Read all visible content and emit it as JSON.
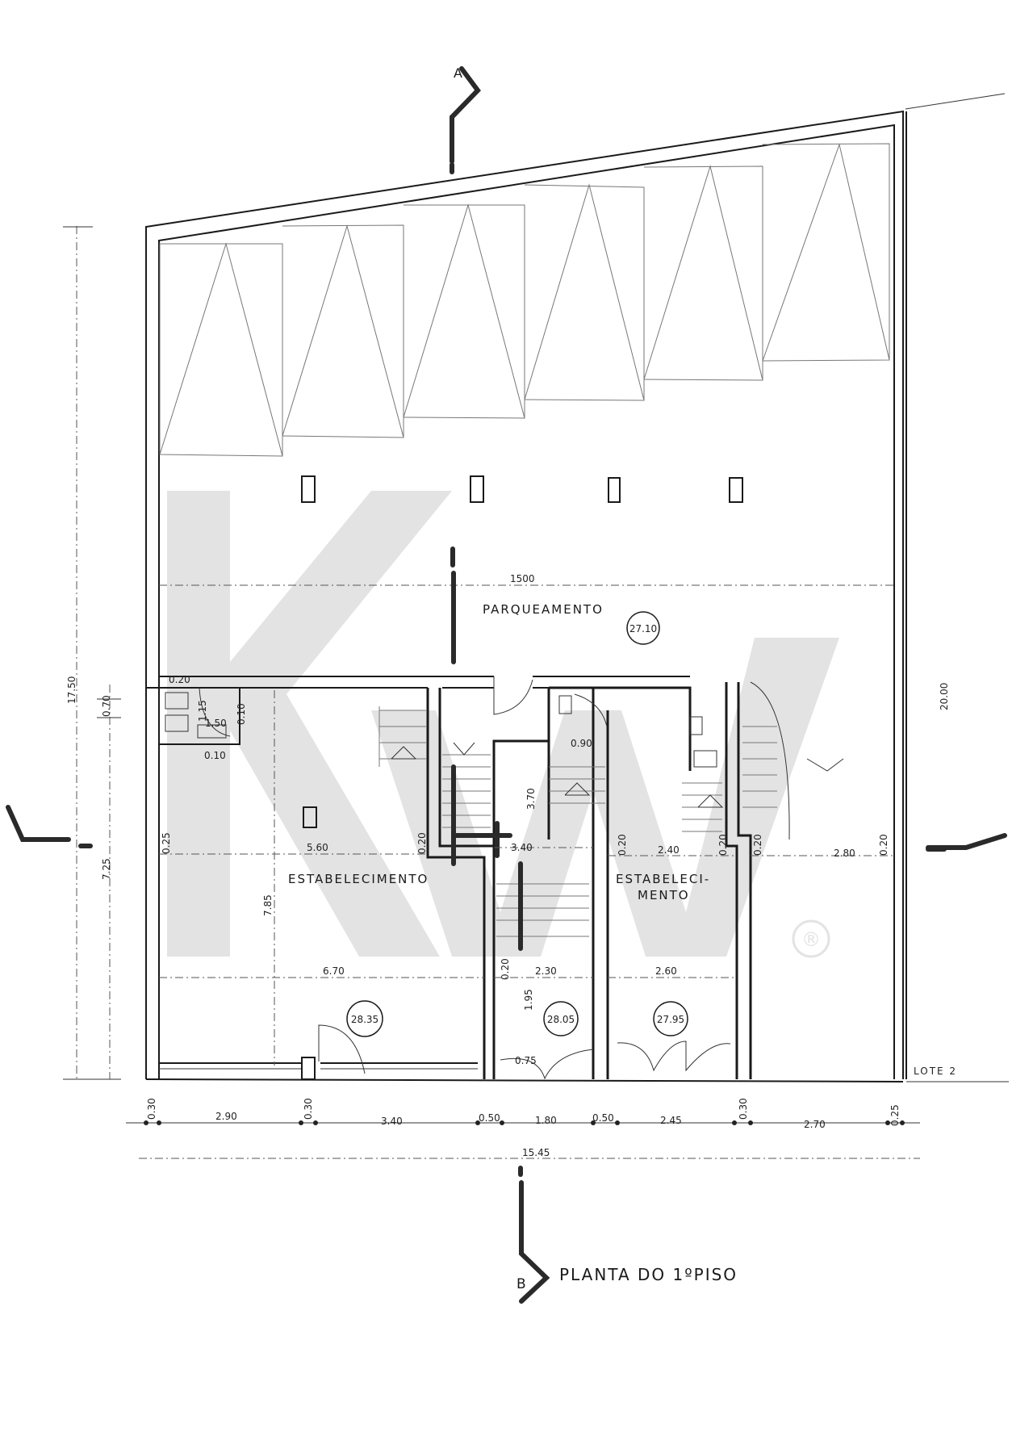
{
  "drawing": {
    "title": "PLANTA DO  1ºPISO",
    "section_markers": [
      {
        "id": "section-a-top",
        "label": "A"
      },
      {
        "id": "section-b-bottom",
        "label": "B"
      }
    ],
    "watermark": {
      "text": "KW",
      "registered_mark": "®",
      "color": "#e3e3e3"
    },
    "rooms": [
      {
        "name": "PARQUEAMENTO",
        "elevation": "27.10"
      },
      {
        "name": "ESTABELECIMENTO",
        "elevation": "28.35"
      },
      {
        "name_line1": "ESTABELECI-",
        "name_line2": "MENTO",
        "elevation": "27.95"
      },
      {
        "name": "",
        "elevation": "28.05"
      }
    ],
    "neighbor_label": "LOTE 2",
    "dimensions": {
      "parking_width": "1500",
      "left_total_height": "17.50",
      "right_total_height": "20.00",
      "left_lower_height": "7.25",
      "left_small": "0.70",
      "wall_020_top": "0.20",
      "wc_115": "1.15",
      "wc_150": "1.50",
      "wc_010a": "0.10",
      "wc_010b": "0.10",
      "shop1_width_upper": "5.60",
      "shop1_width_lower": "6.70",
      "shop1_depth": "7.85",
      "shop1_025": "0.25",
      "shop1_020": "0.20",
      "stair_340": "3.40",
      "stair_370": "3.70",
      "stair_090": "0.90",
      "stair_020": "0.20",
      "stair_230": "2.30",
      "stair_195": "1.95",
      "stair_075": "0.75",
      "shop2_020a": "0.20",
      "shop2_240": "2.40",
      "shop2_020b": "0.20",
      "shop2_260": "2.60",
      "right_020": "0.20",
      "right_280": "2.80",
      "right_020b": "0.20",
      "bottom_chain": [
        "0.30",
        "2.90",
        "0.30",
        "3.40",
        "0.50",
        "1.80",
        "0.50",
        "2.45",
        "0.30",
        "2.70",
        "0.25"
      ],
      "bottom_total": "15.45"
    }
  }
}
